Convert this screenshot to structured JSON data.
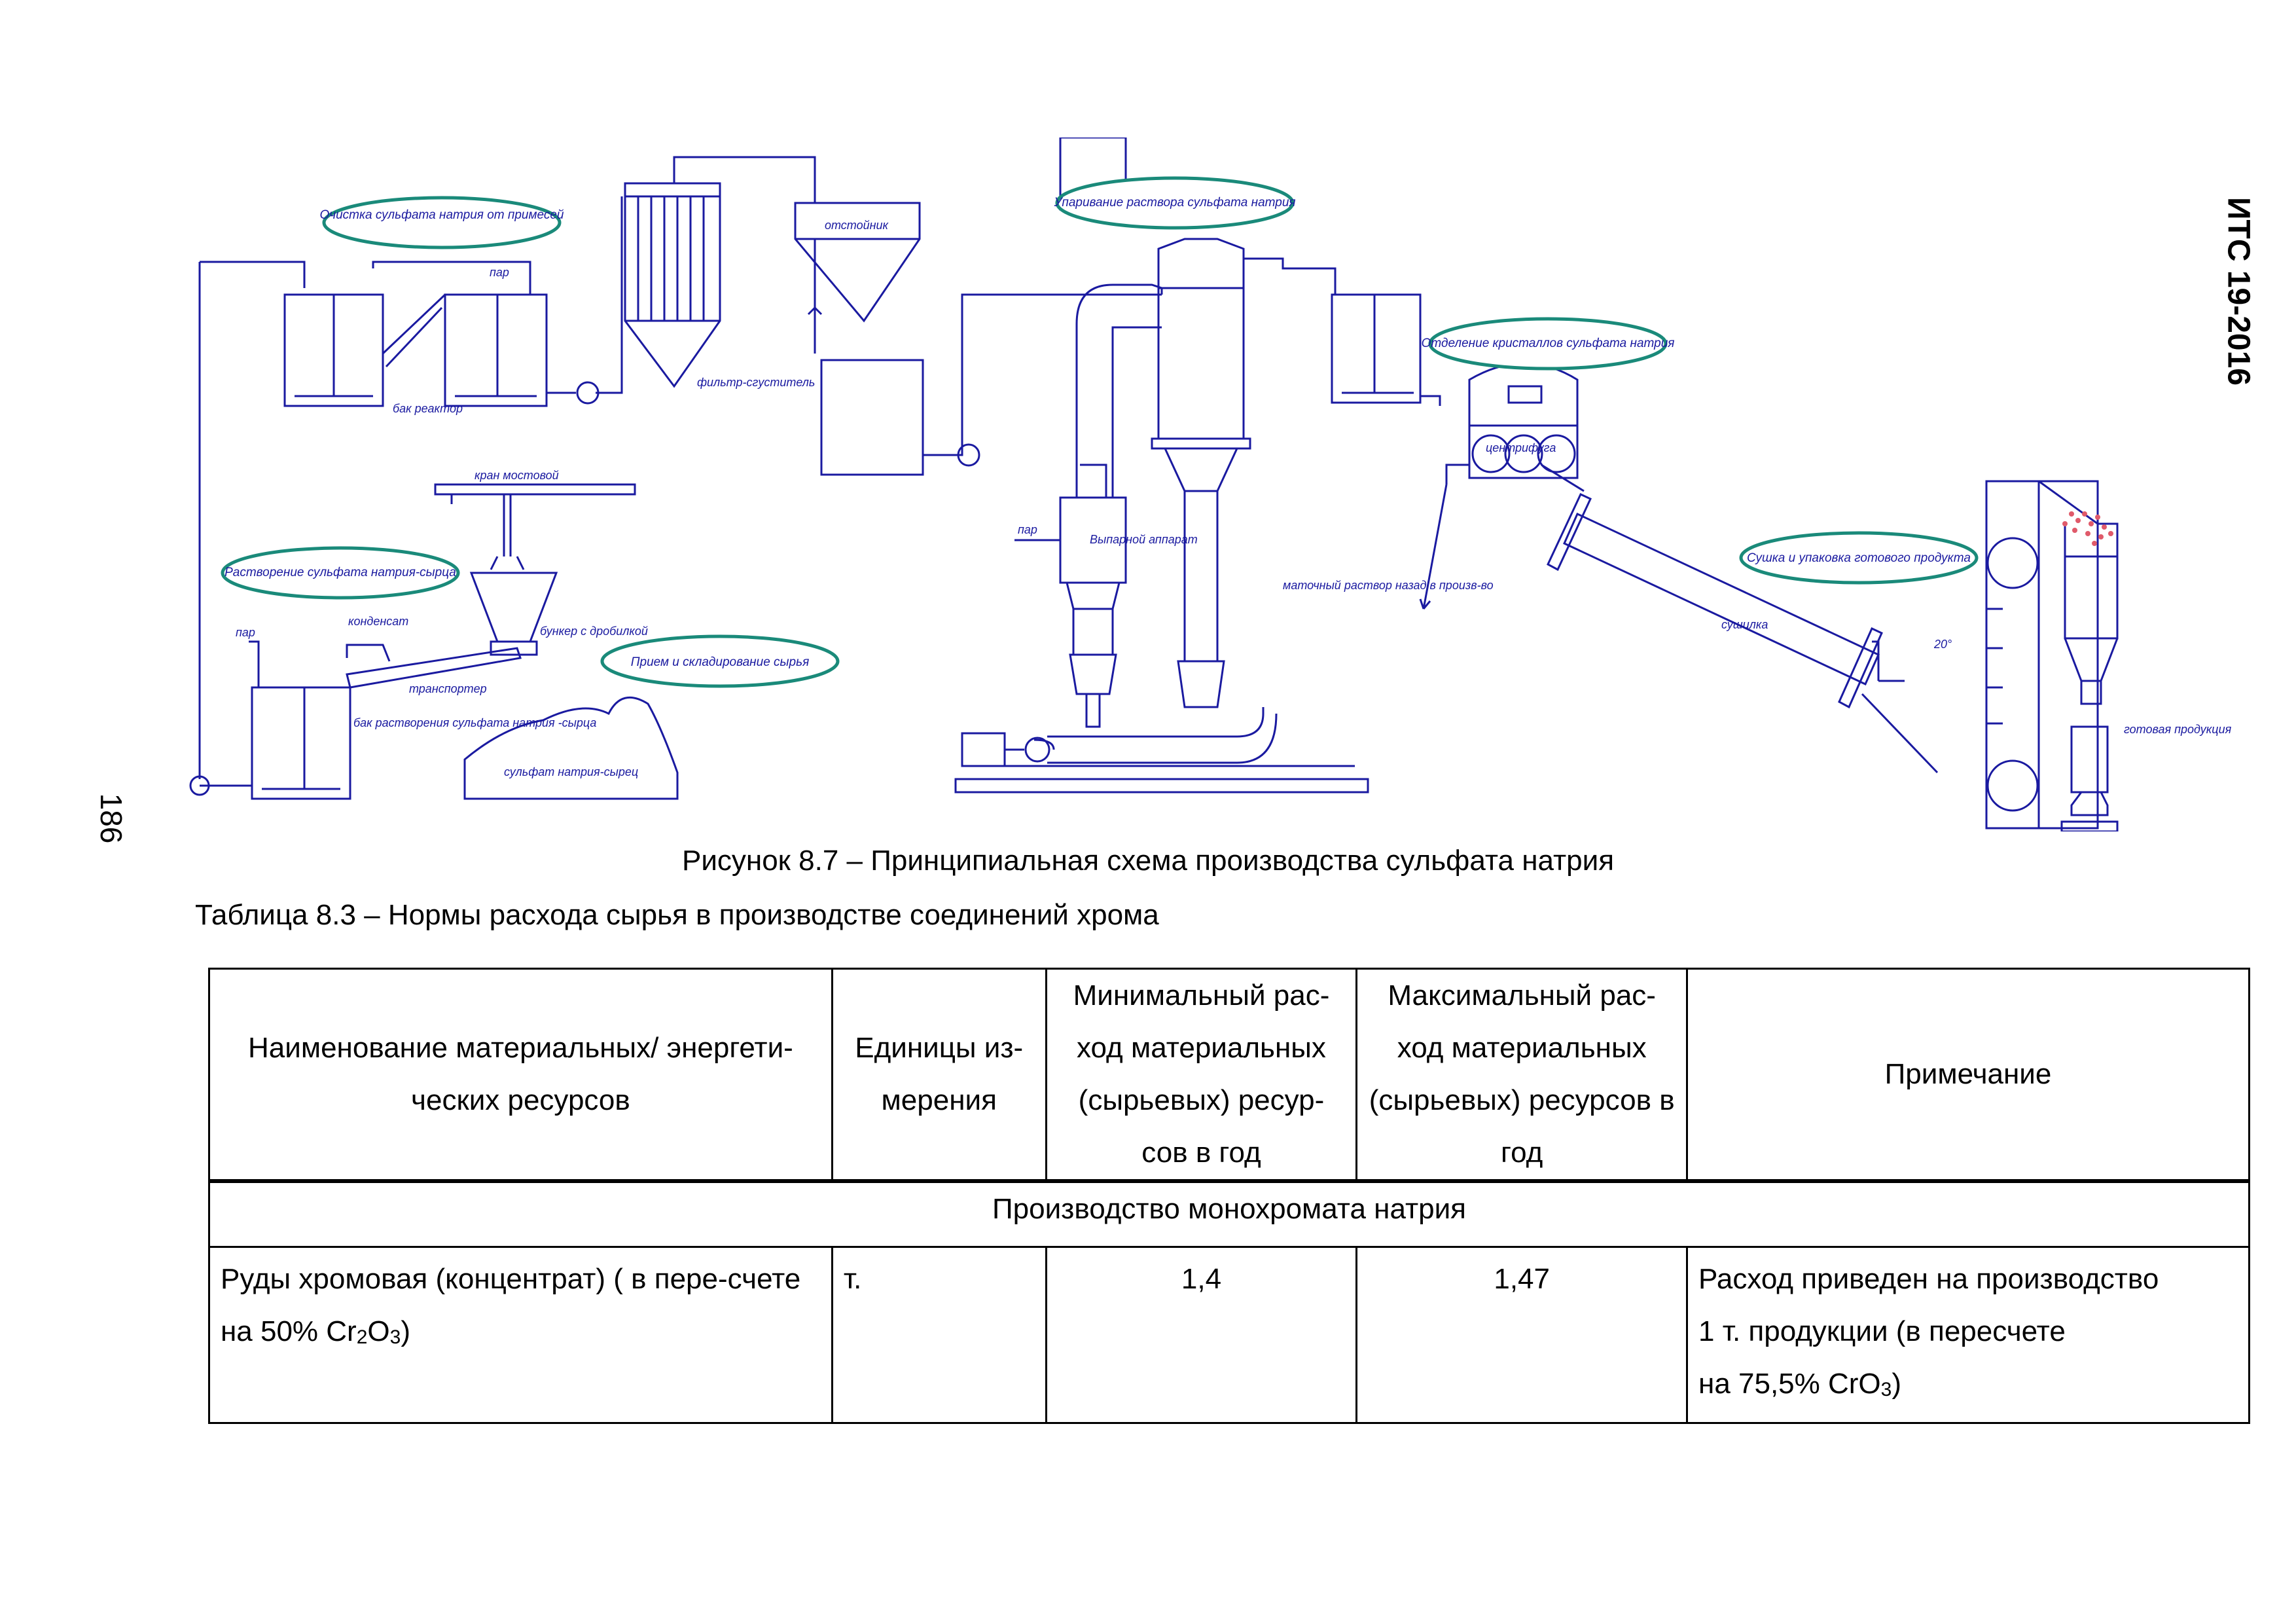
{
  "header": {
    "doc_id": "ИТС 19-2016",
    "page_number": "186"
  },
  "figure": {
    "caption": "Рисунок 8.7 – Принципиальная схема производства сульфата натрия",
    "stages": [
      "Очистка сульфата натрия от примесей",
      "Упаривание раствора сульфата натрия",
      "Отделение кристаллов сульфата натрия",
      "Растворение сульфата натрия-сырца",
      "Прием и складирование сырья",
      "Сушка и упаковка готового продукта"
    ],
    "equipment": {
      "par_top": "пар",
      "tank_reactor": "бак реактор",
      "filter": "фильтр-сгуститель",
      "settler": "отстойник",
      "crane": "кран мостовой",
      "steam": "пар",
      "condensate": "конденсат",
      "hopper": "бункер с дробилкой",
      "conveyor": "транспортер",
      "dissolve_tank": "бак растворения сульфата натрия -сырца",
      "raw_pile": "сульфат натрия-сырец",
      "evaporator": "Выпарной аппарат",
      "steam_in": "пар",
      "centrifuge": "центрифуга",
      "mother_liquor": "маточный раствор назад в произв-во",
      "dryer": "сушилка",
      "product": "готовая продукция",
      "angle": "20°"
    }
  },
  "table": {
    "caption": "Таблица 8.3 – Нормы расхода сырья в производстве соединений хрома",
    "headers": {
      "resource": "Наименование материальных/ энергети-ческих ресурсов",
      "unit": "Единицы из-мерения",
      "min": "Минимальный рас-ход материальных (сырьевых) ресур-сов в год",
      "max": "Максимальный рас-ход материальных (сырьевых) ресурсов в год",
      "note": "Примечание"
    },
    "section": "Производство монохромата натрия",
    "row": {
      "resource_pre": "Руды хромовая (концентрат) ( в пере-счете на 50% Cr",
      "sub1": "2",
      "mid": "O",
      "sub2": "3",
      "close": ")",
      "unit": "т.",
      "min": "1,4",
      "max": "1,47",
      "note_line1": "Расход приведен на производство",
      "note_line2": "1 т. продукции (в пересчете",
      "note_line3": "на 75,5% CrO",
      "note_sub": "3",
      "note_close": ")"
    }
  },
  "colors": {
    "diagram_line": "#1a1aa0",
    "bubble_border": "#1a8a7a",
    "particles": "#e05a6a"
  }
}
